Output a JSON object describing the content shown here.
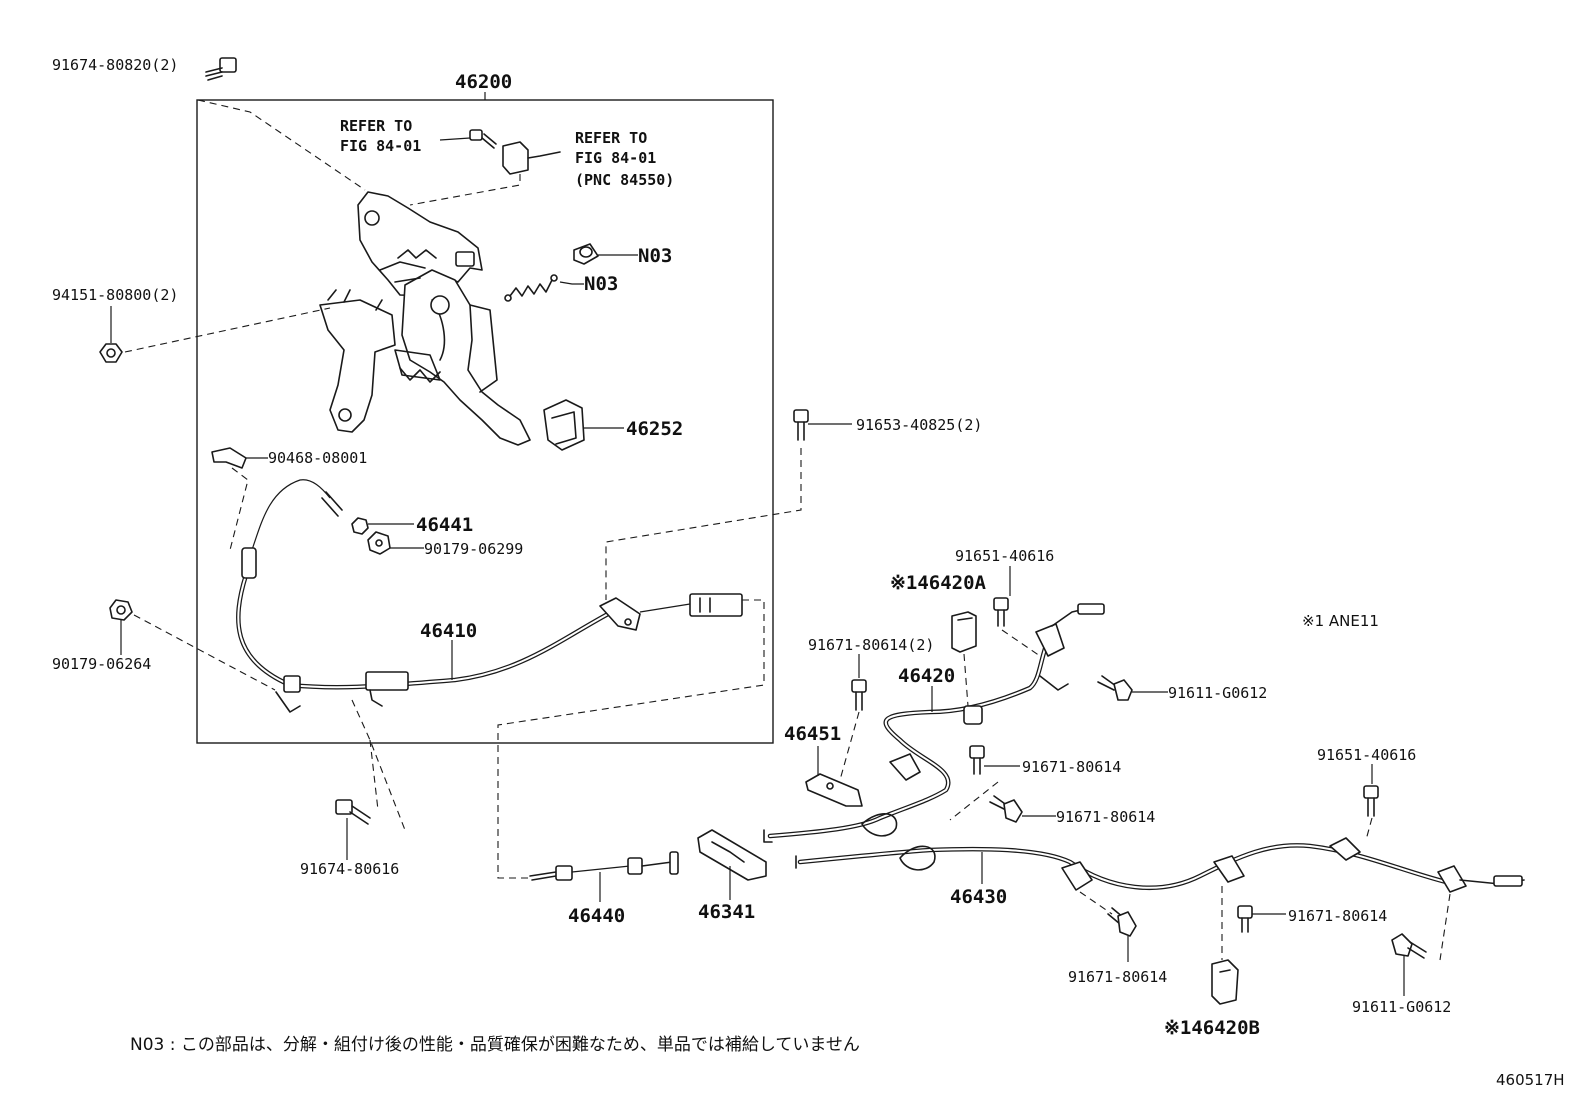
{
  "figure_code": "460517H",
  "footnote": {
    "marker": "N03",
    "text": "N03 : この部品は、分解・組付け後の性能・品質確保が困難なため、単品では補給していません"
  },
  "variant_note": "※1 ANE11",
  "assembly_label": "46200",
  "references": {
    "left": [
      "REFER TO",
      "FIG 84-01"
    ],
    "right": [
      "REFER TO",
      "FIG 84-01",
      "(PNC 84550)"
    ]
  },
  "parts": {
    "p_91674_80820": "91674-80820(2)",
    "p_94151_80800": "94151-80800(2)",
    "p_n03_a": "N03",
    "p_n03_b": "N03",
    "p_46252": "46252",
    "p_90468_08001": "90468-08001",
    "p_46441": "46441",
    "p_90179_06299": "90179-06299",
    "p_90179_06264": "90179-06264",
    "p_46410": "46410",
    "p_91674_80616": "91674-80616",
    "p_91653_40825": "91653-40825(2)",
    "p_91651_40616_a": "91651-40616",
    "p_46420a": "※146420A",
    "p_91671_80614_2": "91671-80614(2)",
    "p_46420": "46420",
    "p_91611_g0612_a": "91611-G0612",
    "p_46451": "46451",
    "p_91671_80614_a": "91671-80614",
    "p_91671_80614_b": "91671-80614",
    "p_91651_40616_b": "91651-40616",
    "p_46440": "46440",
    "p_46341": "46341",
    "p_46430": "46430",
    "p_91671_80614_c": "91671-80614",
    "p_91671_80614_d": "91671-80614",
    "p_91611_g0612_b": "91611-G0612",
    "p_46420b": "※146420B"
  }
}
